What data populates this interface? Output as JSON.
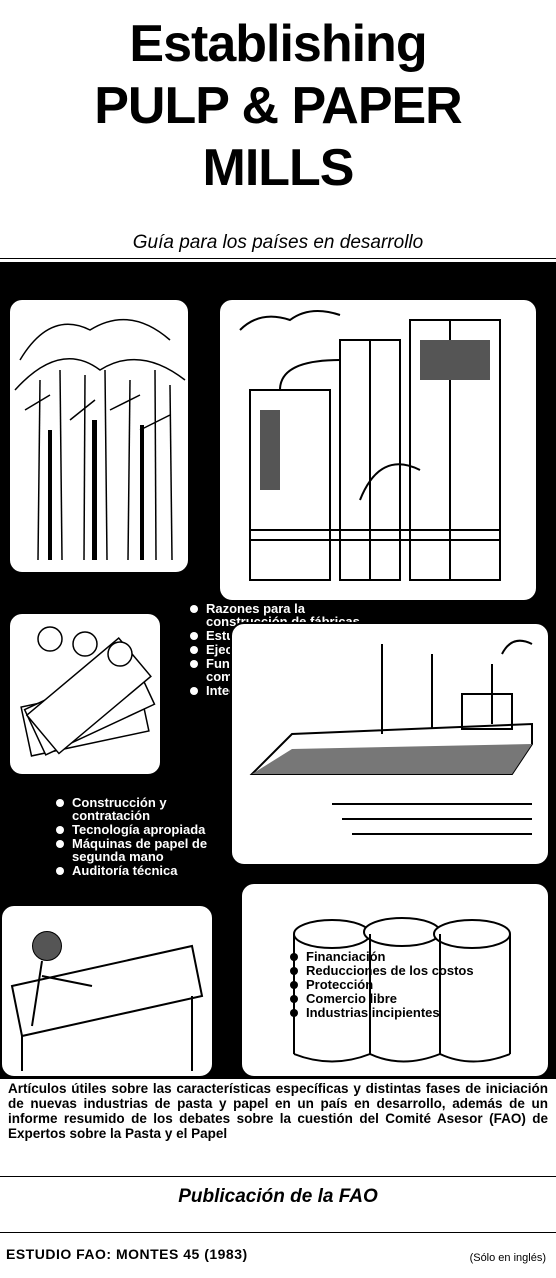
{
  "title_lines": [
    "Establishing",
    "PULP & PAPER",
    "MILLS"
  ],
  "subtitle": "Guía para los países en desarrollo",
  "list_center": [
    "Razones para la construcción de fábricas",
    "Estudios de viabilidad",
    "Ejecución del proyecto",
    "Funcionamiento y comercialización",
    "Integración social"
  ],
  "list_left": [
    "Construcción y contratación",
    "Tecnología apropiada",
    "Máquinas de papel de segunda mano",
    "Auditoría técnica"
  ],
  "list_bottom": [
    "Financiación",
    "Reducciones de los costos",
    "Protección",
    "Comercio libre",
    "Industrias incipientes"
  ],
  "description": "Artículos útiles sobre las características específicas y distintas fases de iniciación de nuevas industrias de pasta y papel en un país en desarrollo, además de un informe resumido de los debates sobre la cuestión del Comité Asesor (FAO) de Expertos sobre la Pasta y el Papel",
  "publisher": "Publicación de la FAO",
  "series": "ESTUDIO FAO: MONTES 45 (1983)",
  "language_note": "(Sólo en inglés)",
  "illustration_icons": [
    "forest-icon",
    "factory-icon",
    "banknotes-icon",
    "ship-icon",
    "draftsman-icon",
    "paper-rolls-icon"
  ]
}
